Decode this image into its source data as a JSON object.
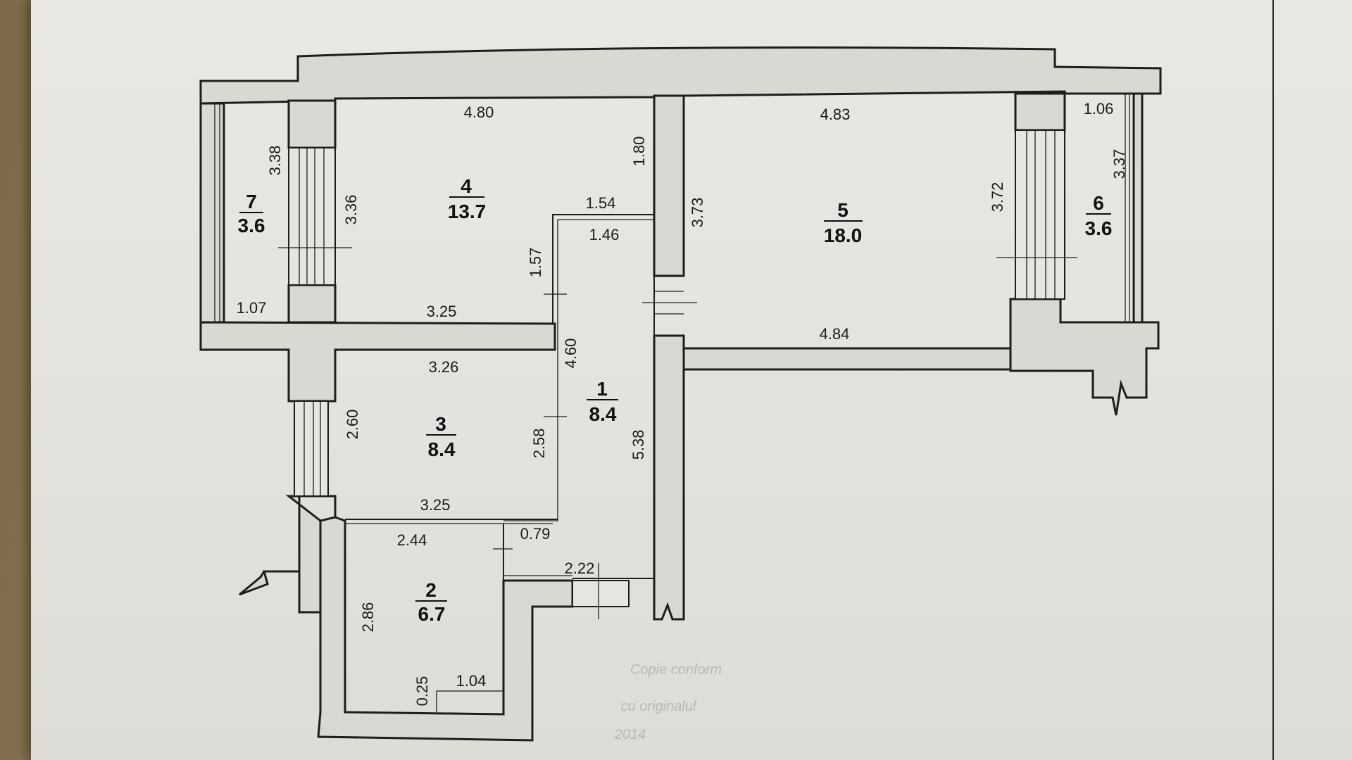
{
  "rooms": [
    {
      "id": "1",
      "number": "1",
      "area": "8.4"
    },
    {
      "id": "2",
      "number": "2",
      "area": "6.7"
    },
    {
      "id": "3",
      "number": "3",
      "area": "8.4"
    },
    {
      "id": "4",
      "number": "4",
      "area": "13.7"
    },
    {
      "id": "5",
      "number": "5",
      "area": "18.0"
    },
    {
      "id": "6",
      "number": "6",
      "area": "3.6"
    },
    {
      "id": "7",
      "number": "7",
      "area": "3.6"
    }
  ],
  "dimensions": {
    "r4_top": "4.80",
    "r4_left": "3.36",
    "r4_right_upper": "1.80",
    "r4_notch_top": "1.54",
    "r4_bottom": "3.25",
    "r7_left": "3.38",
    "r7_bottom": "1.07",
    "r5_top": "4.83",
    "r5_left": "3.73",
    "r5_right": "3.72",
    "r5_bottom": "4.84",
    "r6_top": "1.06",
    "r6_right": "3.37",
    "r1_top": "1.46",
    "r1_left_upper": "1.57",
    "r1_left_mid": "4.60",
    "r1_right": "5.38",
    "r1_bottom": "2.22",
    "r1_step": "0.79",
    "r3_top": "3.26",
    "r3_left": "2.60",
    "r3_right": "2.58",
    "r3_bottom": "3.25",
    "r2_top": "2.44",
    "r2_left": "2.86",
    "r2_niche_w": "1.04",
    "r2_niche_h": "0.25"
  },
  "stamp": {
    "line1": "Copie conform",
    "line2": "cu originalul",
    "line3": "2014"
  }
}
